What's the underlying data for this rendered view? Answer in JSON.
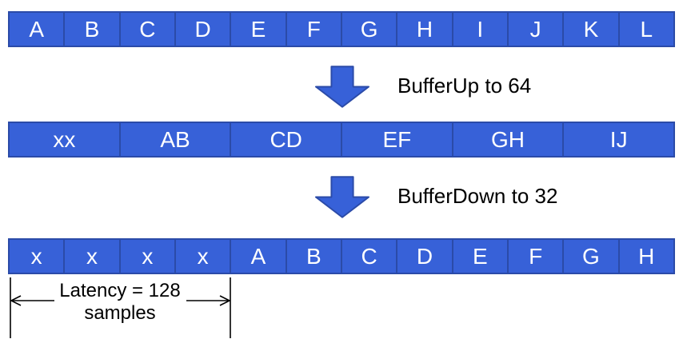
{
  "colors": {
    "cell_fill": "#3761d8",
    "cell_border": "#2b4ba8",
    "cell_text": "#ffffff",
    "label_text": "#000000"
  },
  "rows": [
    {
      "name": "input-buffer-row",
      "cells": [
        "A",
        "B",
        "C",
        "D",
        "E",
        "F",
        "G",
        "H",
        "I",
        "J",
        "K",
        "L"
      ]
    },
    {
      "name": "buffered-up-row",
      "cells": [
        "xx",
        "AB",
        "CD",
        "EF",
        "GH",
        "IJ"
      ]
    },
    {
      "name": "buffered-down-row",
      "cells": [
        "x",
        "x",
        "x",
        "x",
        "A",
        "B",
        "C",
        "D",
        "E",
        "F",
        "G",
        "H"
      ]
    }
  ],
  "steps": [
    {
      "label": "BufferUp to 64"
    },
    {
      "label": "BufferDown to 32"
    }
  ],
  "annotation": {
    "line1": "Latency = 128",
    "line2": "samples"
  }
}
